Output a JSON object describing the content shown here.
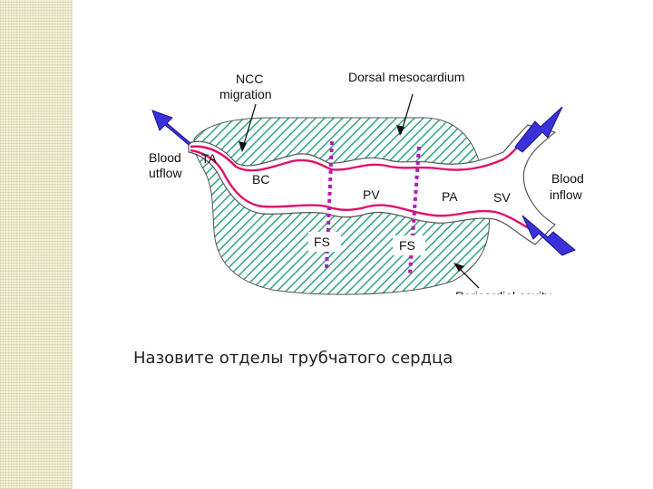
{
  "diagram": {
    "labels": {
      "ncc_line1": "NCC",
      "ncc_line2": "migration",
      "dorsal_mesocardium": "Dorsal mesocardium",
      "blood_outflow_line1": "Blood",
      "blood_outflow_line2": "utflow",
      "ta": "TA",
      "bc": "BC",
      "pv": "PV",
      "pa": "PA",
      "sv": "SV",
      "blood_inflow_line1": "Blood",
      "blood_inflow_line2": "inflow",
      "fs_left": "FS",
      "fs_right": "FS",
      "pericardial_cavity": "Pericardial cavity"
    },
    "colors": {
      "hatch": "#2fa684",
      "tube_outline": "#e0106a",
      "arrow": "#3a32d8",
      "sulcus_dots": "#b21bb8"
    }
  },
  "caption": "Назовите отделы трубчатого сердца"
}
